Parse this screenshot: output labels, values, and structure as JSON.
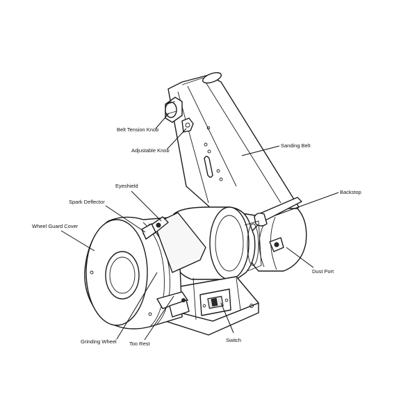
{
  "labels": {
    "belt_tension_knob": "Belt Tension Knob",
    "adjustable_knob": "Adjustable Knob",
    "sanding_belt": "Sanding Belt",
    "eyeshield": "Eyeshield",
    "spark_deflector": "Spark Deflector",
    "wheel_guard_cover": "Wheel Guard Cover",
    "backstop": "Backstop",
    "dust_port": "Dust Port",
    "grinding_wheel": "Grinding Wheel",
    "too_rest": "Too Rest",
    "switch": "Switch"
  },
  "colors": {
    "line": "#111111",
    "background": "#ffffff"
  }
}
